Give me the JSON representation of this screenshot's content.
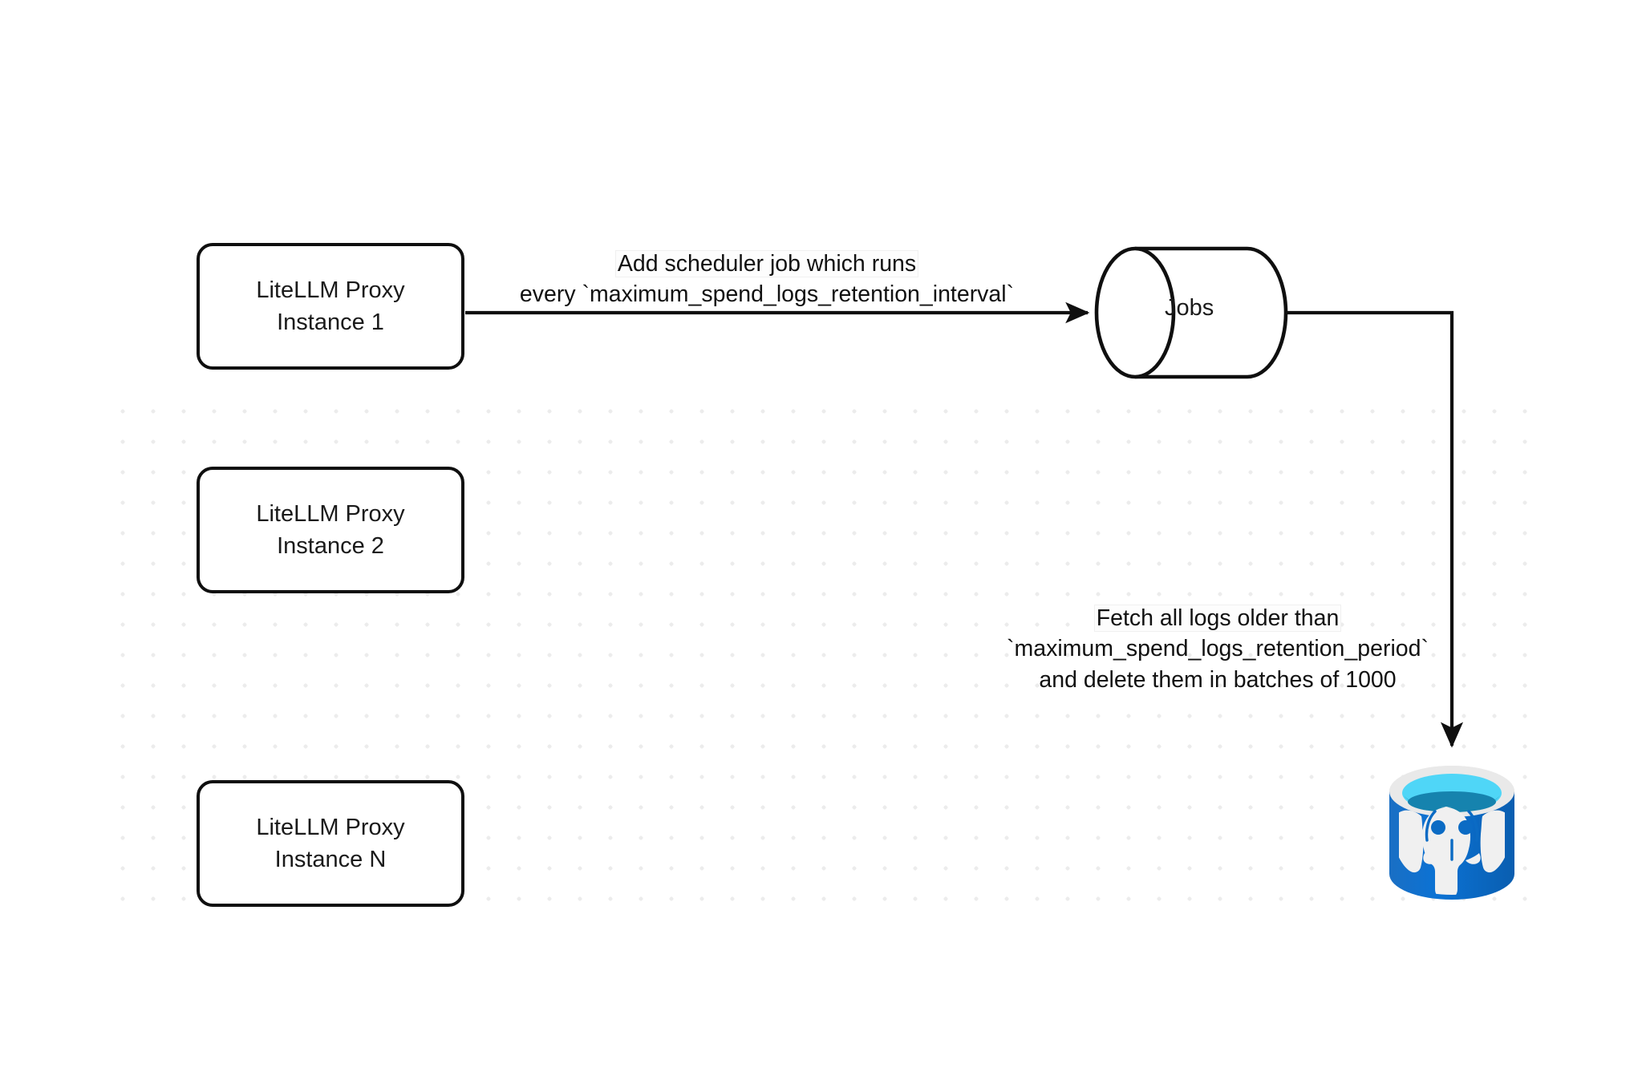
{
  "diagram": {
    "title": "LiteLLM spend logs retention scheduler flow",
    "background": "#ffffff",
    "grid_dot_color": "#ececec",
    "stroke_color": "#0f0f0f",
    "nodes": {
      "proxy_instances": [
        {
          "id": "proxy-1",
          "line1": "LiteLLM Proxy",
          "line2": "Instance 1"
        },
        {
          "id": "proxy-2",
          "line1": "LiteLLM Proxy",
          "line2": "Instance 2"
        },
        {
          "id": "proxy-3",
          "line1": "LiteLLM Proxy",
          "line2": "Instance N"
        }
      ],
      "jobs_cylinder": {
        "label": "Jobs",
        "shape": "cylinder-horizontal"
      },
      "database": {
        "label": "",
        "icon": "postgresql-database-icon",
        "body_color": "#0f6fc6",
        "body_color_dark": "#0b5ba6",
        "rim_color": "#e6e6e6",
        "top_fill": "#4fd6f7",
        "top_shadow": "#1683ae",
        "logo_color": "#f0f0f0"
      }
    },
    "edges": [
      {
        "id": "edge-scheduler",
        "from": "proxy-1",
        "to": "jobs-cylinder",
        "label_lines": [
          "Add scheduler job which runs",
          "every `maximum_spend_logs_retention_interval`"
        ],
        "highlight_line_index": 0
      },
      {
        "id": "edge-fetch",
        "from": "jobs-cylinder",
        "to": "database",
        "label_lines": [
          "Fetch all logs older than",
          "`maximum_spend_logs_retention_period`",
          "and delete them in batches of 1000"
        ],
        "highlight_line_index": 0
      }
    ]
  }
}
